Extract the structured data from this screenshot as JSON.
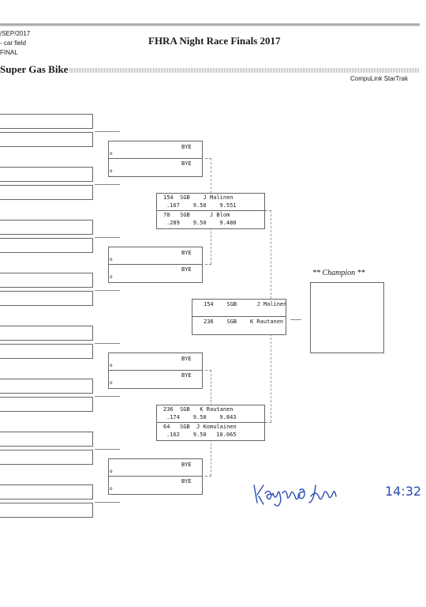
{
  "header": {
    "date": "/SEP/2017",
    "field": "- car field",
    "round": "FINAL",
    "title": "FHRA Night Race Finals 2017",
    "class_name": "Super Gas Bike",
    "software": "CompuLink StarTrak"
  },
  "round2": [
    {
      "top": "BYE",
      "bottom": "BYE",
      "lane_top": "o",
      "lane_bottom": "o"
    },
    {
      "top": "BYE",
      "bottom": "BYE",
      "lane_top": "o",
      "lane_bottom": "o"
    },
    {
      "top": "BYE",
      "bottom": "BYE",
      "lane_top": "o",
      "lane_bottom": "o"
    },
    {
      "top": "BYE",
      "bottom": "BYE",
      "lane_top": "o",
      "lane_bottom": "o"
    }
  ],
  "semifinals": [
    {
      "top": {
        "line1": "154  SGB    J Malinen",
        "line2": ".167    9.50    9.551"
      },
      "bottom": {
        "line1": "78   SGB      J Blom",
        "line2": ".289    9.50    9.480"
      }
    },
    {
      "top": {
        "line1": "236  SGB   K Rautanen",
        "line2": ".174    9.50    9.843"
      },
      "bottom": {
        "line1": "64   SGB  J Komulainen",
        "line2": ".162    9.50   10.065"
      }
    }
  ],
  "final": {
    "top": "154    SGB      J Malinen",
    "bottom": "236    SGB    K Rautanen"
  },
  "champion": {
    "label": "** Champion **"
  },
  "signature": {
    "time": "14:32"
  }
}
